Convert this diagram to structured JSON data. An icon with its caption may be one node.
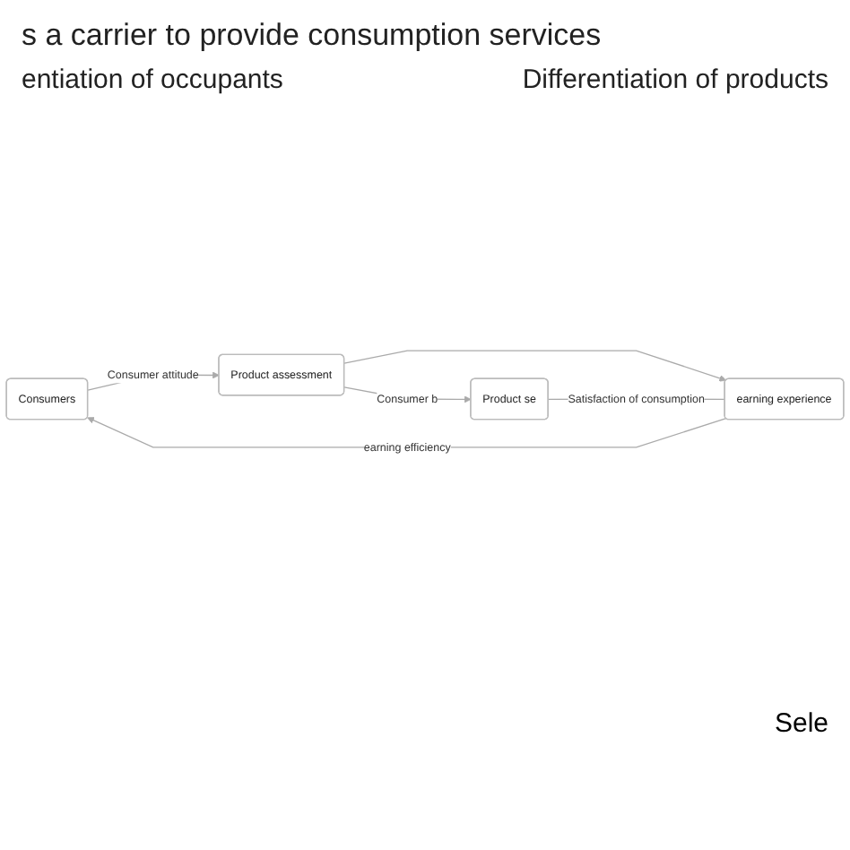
{
  "diagram": {
    "title": "s a carrier to provide consumption services",
    "nodes": [
      {
        "text": [
          "Consumers"
        ]
      },
      {
        "text": [
          "Product assessment"
        ]
      },
      {
        "text": [
          "Product se"
        ]
      },
      {
        "text": [
          "earning experience"
        ]
      }
    ],
    "edges": [
      {
        "from": 0,
        "to": 1,
        "arrow": "to",
        "label": "Consumer attitude"
      },
      {
        "from": 1,
        "to": 2,
        "arrow": "to",
        "label": "Consumer b"
      },
      {
        "from": 1,
        "to": 3,
        "arrow": "to"
      },
      {
        "from": 2,
        "to": 3,
        "arrow": "none",
        "label": "Satisfaction of consumption"
      },
      {
        "from": 3,
        "to": 0,
        "arrow": "to",
        "label": "earning efficiency"
      }
    ],
    "labels": [
      "entiation of occupants",
      "Differentiation of products",
      "Sele"
    ]
  }
}
